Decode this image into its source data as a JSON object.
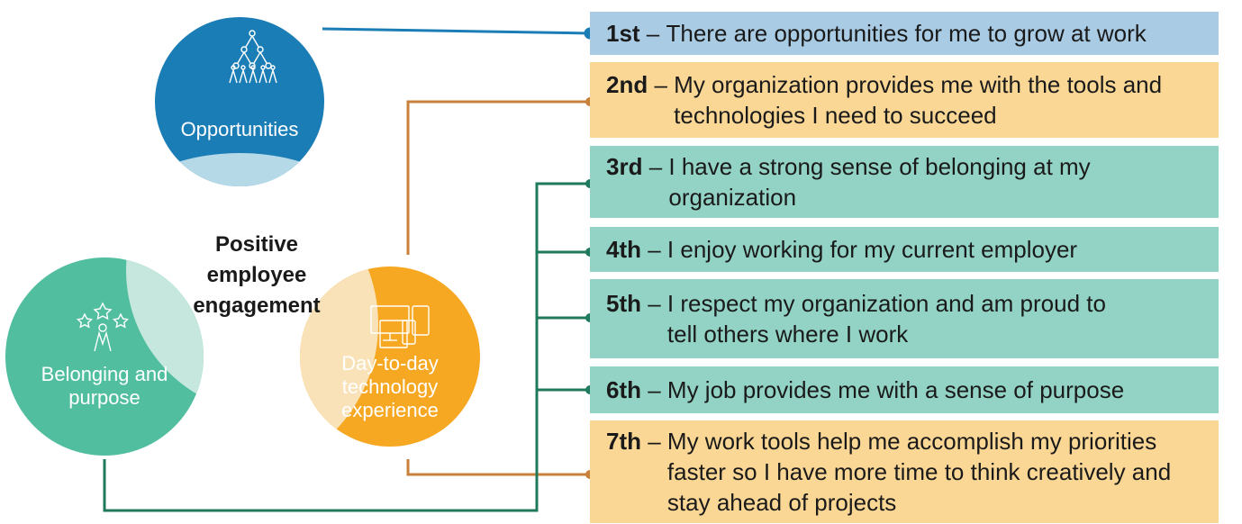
{
  "diagram": {
    "center_title": "Positive employee engagement",
    "circles": [
      {
        "label": "Opportunities",
        "color": "#1b7db5",
        "accent": "#b6d9e8",
        "icon": "org-chart-people-icon"
      },
      {
        "label": "Belonging and purpose",
        "color": "#52bea0",
        "accent": "#c5e7dd",
        "icon": "stars-person-icon"
      },
      {
        "label": "Day-to-day technology experience",
        "color": "#f6a823",
        "accent": "#f9e2b8",
        "icon": "devices-icon"
      }
    ],
    "colors": {
      "blue_line": "#1b7db5",
      "orange_line": "#c8803a",
      "green_line": "#1f7a5c"
    },
    "items": [
      {
        "rank": "1st",
        "text": "There are opportunities for me to grow at work",
        "category": "Opportunities",
        "color": "#a9cbe3"
      },
      {
        "rank": "2nd",
        "text": "My organization provides me with the tools and technologies I need to succeed",
        "category": "Day-to-day technology experience",
        "color": "#fbd795"
      },
      {
        "rank": "3rd",
        "text": "I have a strong sense of belonging at my organization",
        "category": "Belonging and purpose",
        "color": "#92d3c5"
      },
      {
        "rank": "4th",
        "text": "I enjoy working for my current employer",
        "category": "Belonging and purpose",
        "color": "#92d3c5"
      },
      {
        "rank": "5th",
        "text": "I respect my organization and am proud to tell others where I work",
        "category": "Belonging and purpose",
        "color": "#92d3c5"
      },
      {
        "rank": "6th",
        "text": "My job provides me with a sense of purpose",
        "category": "Belonging and purpose",
        "color": "#92d3c5"
      },
      {
        "rank": "7th",
        "text": "My work tools help me accomplish my priorities faster so I have more time to think creatively and stay ahead of projects",
        "category": "Day-to-day technology experience",
        "color": "#fbd795"
      }
    ]
  }
}
